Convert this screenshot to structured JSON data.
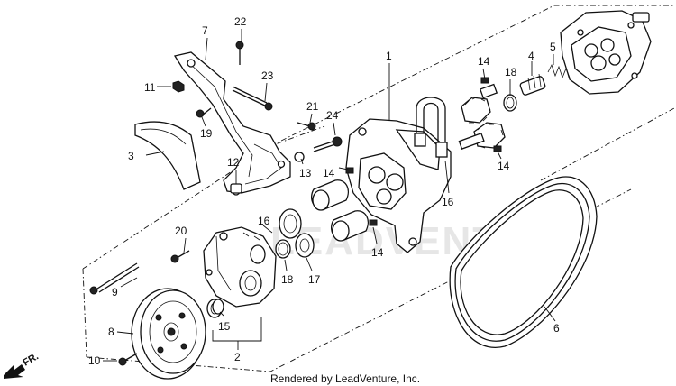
{
  "credit": "Rendered by LeadVenture, Inc.",
  "watermark": "LEADVENTURE",
  "direction_label": "FR.",
  "callouts": [
    "1",
    "2",
    "3",
    "4",
    "5",
    "6",
    "7",
    "8",
    "9",
    "10",
    "11",
    "12",
    "13",
    "14",
    "14",
    "14",
    "14",
    "15",
    "16",
    "16",
    "17",
    "18",
    "18",
    "19",
    "20",
    "21",
    "22",
    "23",
    "24"
  ]
}
